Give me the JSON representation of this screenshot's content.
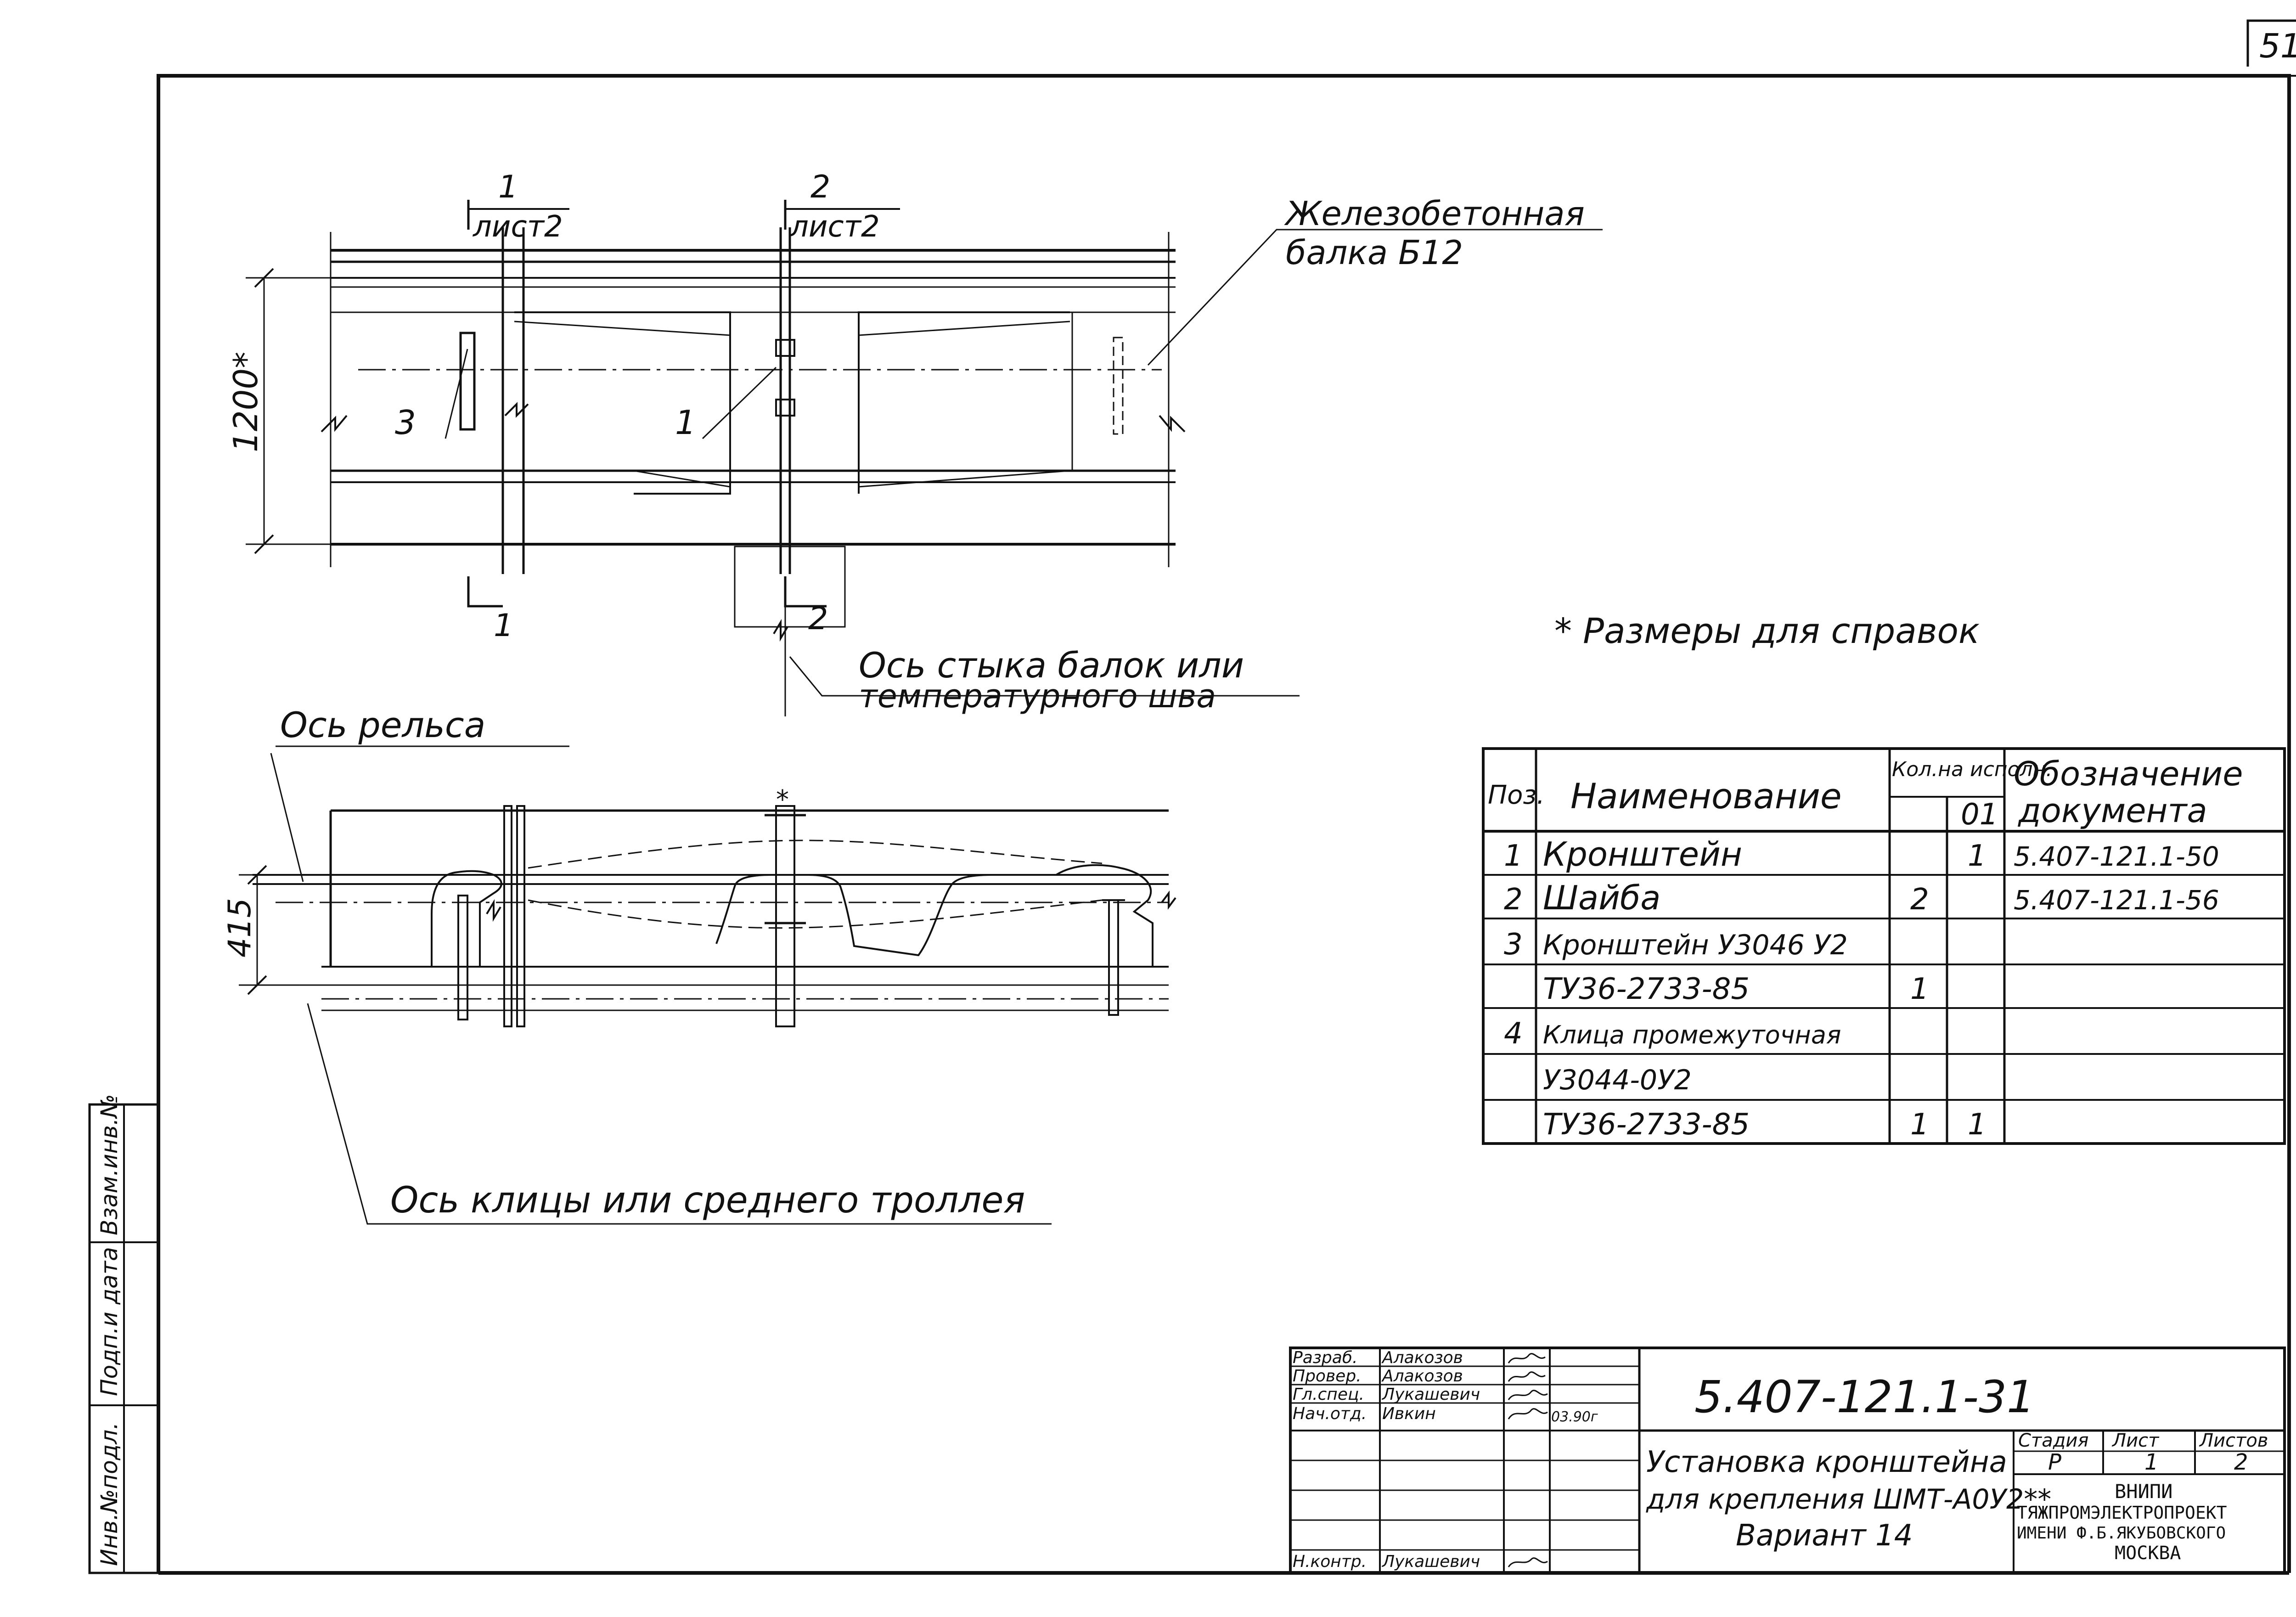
{
  "sheet_number": "51",
  "labels": {
    "section1_num": "1",
    "section1_sheet": "лист2",
    "section1_bottom": "1",
    "section2_num": "2",
    "section2_sheet": "лист2",
    "section2_bottom": "2",
    "beam_label_line1": "Железобетонная",
    "beam_label_line2": "балка Б12",
    "dimension_1200": "1200*",
    "dimension_415": "415",
    "callout_3": "3",
    "callout_1": "1",
    "asterisk_mark": "*",
    "joint_axis_line1": "Ось стыка балок или",
    "joint_axis_line2": "температурного шва",
    "rail_axis": "Ось рельса",
    "splice_axis": "Ось клицы или среднего троллея",
    "reference_note": "* Размеры для справок"
  },
  "spec_table": {
    "headers": {
      "pos": "Поз.",
      "name": "Наименование",
      "qty_top": "Кол.на испoлн.",
      "qty_col": "01",
      "doc_line1": "Обозначение",
      "doc_line2": "документа"
    },
    "rows": [
      {
        "pos": "1",
        "name": "Кронштейн",
        "q1": "",
        "q2": "1",
        "doc": "5.407-121.1-50"
      },
      {
        "pos": "2",
        "name": "Шайба",
        "q1": "2",
        "q2": "",
        "doc": "5.407-121.1-56"
      },
      {
        "pos": "3",
        "name": "Кронштейн У3046 У2",
        "q1": "",
        "q2": "",
        "doc": ""
      },
      {
        "pos": "",
        "name": "ТУ36-2733-85",
        "q1": "1",
        "q2": "",
        "doc": ""
      },
      {
        "pos": "4",
        "name": "Клица промежуточная",
        "q1": "",
        "q2": "",
        "doc": ""
      },
      {
        "pos": "",
        "name": "У3044-0У2",
        "q1": "",
        "q2": "",
        "doc": ""
      },
      {
        "pos": "",
        "name": "ТУ36-2733-85",
        "q1": "1",
        "q2": "1",
        "doc": ""
      }
    ]
  },
  "title_block": {
    "code": "5.407-121.1-31",
    "title_line1": "Установка кронштейна",
    "title_line2": "для крепления ШМТ-А0У2**",
    "title_line3": "Вариант 14",
    "stage_hdr": "Стадия",
    "sheet_hdr": "Лист",
    "sheets_hdr": "Листов",
    "stage": "Р",
    "sheet": "1",
    "sheets": "2",
    "org_line1": "ВНИПИ",
    "org_line2": "ТЯЖПРОМЭЛЕКТРОПРОЕКТ",
    "org_line3": "ИМЕНИ Ф.Б.ЯКУБОВСКОГО",
    "org_line4": "МОСКВА",
    "date": "03.90г",
    "signers": [
      {
        "role": "Разраб.",
        "name": "Алакозов"
      },
      {
        "role": "Провер.",
        "name": "Алакозов"
      },
      {
        "role": "Гл.спец.",
        "name": "Лукашевич"
      },
      {
        "role": "Нач.отд.",
        "name": "Ивкин"
      },
      {
        "role": "Н.контр.",
        "name": "Лукашевич"
      }
    ]
  },
  "side_stamp": {
    "inv_podl": "Инв.№подл.",
    "podp_data": "Подп.и дата",
    "vzam_inv": "Взам.инв.№"
  }
}
